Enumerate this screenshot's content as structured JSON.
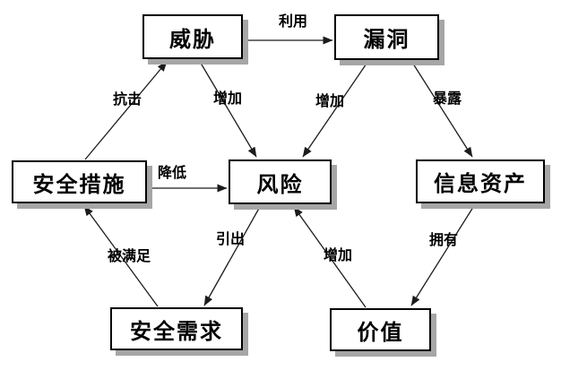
{
  "nodes": [
    {
      "id": "threat",
      "label": "威胁"
    },
    {
      "id": "vulnerability",
      "label": "漏洞"
    },
    {
      "id": "security-measures",
      "label": "安全措施"
    },
    {
      "id": "risk",
      "label": "风险"
    },
    {
      "id": "information-assets",
      "label": "信息资产"
    },
    {
      "id": "security-requirements",
      "label": "安全需求"
    },
    {
      "id": "value",
      "label": "价值"
    }
  ],
  "edges": [
    {
      "from": "威胁",
      "to": "漏洞",
      "label": "利用"
    },
    {
      "from": "安全措施",
      "to": "威胁",
      "label": "抗击"
    },
    {
      "from": "威胁",
      "to": "风险",
      "label": "增加"
    },
    {
      "from": "漏洞",
      "to": "风险",
      "label": "增加"
    },
    {
      "from": "漏洞",
      "to": "信息资产",
      "label": "暴露"
    },
    {
      "from": "安全措施",
      "to": "风险",
      "label": "降低"
    },
    {
      "from": "安全需求",
      "to": "安全措施",
      "label": "被满足"
    },
    {
      "from": "风险",
      "to": "安全需求",
      "label": "引出"
    },
    {
      "from": "价值",
      "to": "风险",
      "label": "增加"
    },
    {
      "from": "信息资产",
      "to": "价值",
      "label": "拥有"
    }
  ],
  "colors": {
    "background": "#ffffff",
    "box_fill": "#ffffff",
    "box_border": "#000000",
    "box_shadow": "#a6a6a6",
    "line": "#1c1c1c",
    "text": "#000000"
  }
}
